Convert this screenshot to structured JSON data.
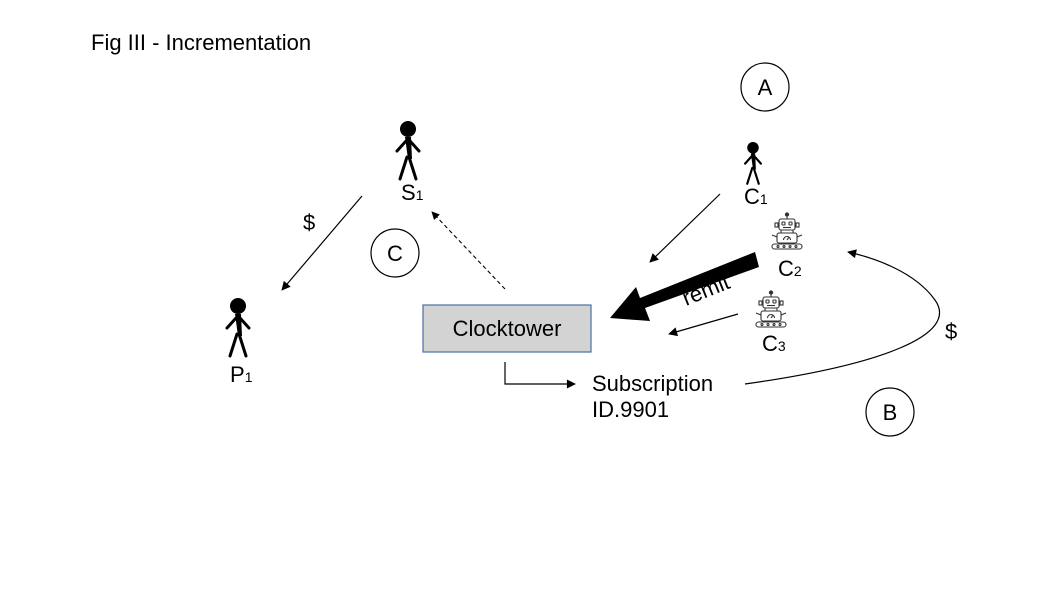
{
  "figure": {
    "title": "Fig III - Incrementation"
  },
  "nodes": {
    "clocktower": {
      "label": "Clocktower",
      "fill": "#d3d3d3",
      "stroke": "#4a6fa5"
    },
    "subscription": {
      "line1": "Subscription",
      "line2": "ID.9901"
    },
    "s1": {
      "letter": "S",
      "sub": "1"
    },
    "p1": {
      "letter": "P",
      "sub": "1"
    },
    "c1": {
      "letter": "C",
      "sub": "1"
    },
    "c2": {
      "letter": "C",
      "sub": "2"
    },
    "c3": {
      "letter": "C",
      "sub": "3"
    }
  },
  "markers": {
    "a": "A",
    "b": "B",
    "c": "C"
  },
  "edge_labels": {
    "remit": "remit",
    "dollar_s1_p1": "$",
    "dollar_sub_c2": "$"
  },
  "icons": {
    "person": "person-icon",
    "robot": "robot-icon"
  }
}
